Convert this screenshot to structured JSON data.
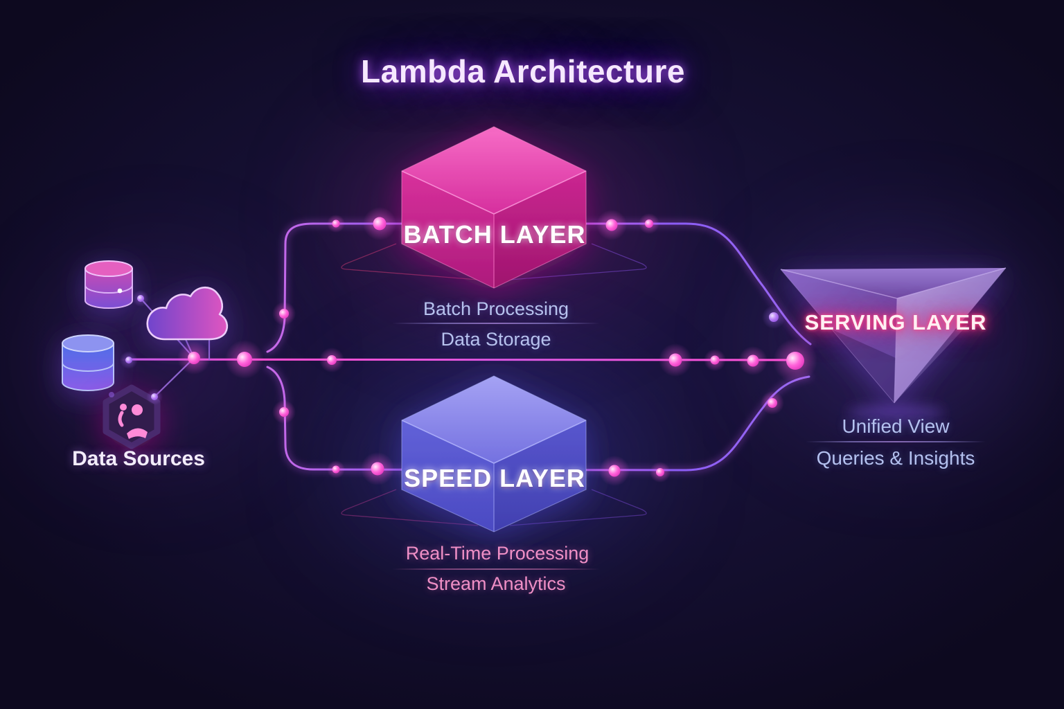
{
  "title": "Lambda Architecture",
  "data_sources": {
    "label": "Data Sources",
    "icons": [
      "database-icon",
      "database-icon",
      "cloud-icon",
      "users-hexagon-icon",
      "hub-node"
    ]
  },
  "layers": {
    "batch": {
      "name": "BATCH LAYER",
      "sublabels": [
        "Batch Processing",
        "Data Storage"
      ]
    },
    "speed": {
      "name": "SPEED LAYER",
      "sublabels": [
        "Real-Time Processing",
        "Stream Analytics"
      ]
    },
    "serving": {
      "name": "SERVING LAYER",
      "sublabels": [
        "Unified View",
        "Queries & Insights"
      ]
    }
  },
  "colors": {
    "background": "#140f2e",
    "batch_cube": "#d62f9e",
    "speed_cube": "#5a58d0",
    "serving_funnel": "#8a68c8",
    "flow_line_pink": "#ff4fd4",
    "flow_line_purple": "#8b5cf6",
    "title_glow": "#a855f7",
    "serving_text_glow": "#ff2d78"
  }
}
